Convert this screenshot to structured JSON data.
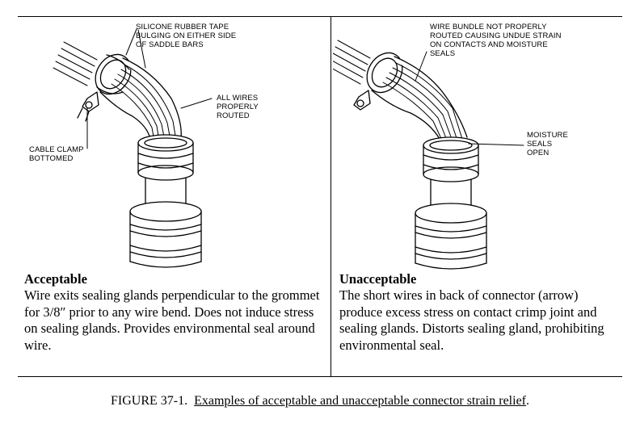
{
  "left_panel": {
    "callouts": {
      "tape": "SILICONE RUBBER TAPE\nBULGING ON EITHER SIDE\nOF SADDLE BARS",
      "wires": "ALL WIRES\nPROPERLY\nROUTED",
      "clamp": "CABLE CLAMP\nBOTTOMED"
    },
    "heading": "Acceptable",
    "body": "Wire exits sealing glands perpendicular to the grommet for 3/8″ prior to any wire bend. Does not induce stress on sealing glands. Provides environmental seal around wire."
  },
  "right_panel": {
    "callouts": {
      "bundle": "WIRE BUNDLE NOT PROPERLY\nROUTED CAUSING UNDUE STRAIN\nON CONTACTS AND MOISTURE\nSEALS",
      "seals": "MOISTURE\nSEALS\nOPEN"
    },
    "heading": "Unacceptable",
    "body": "The short wires in back of connector (arrow) produce excess stress on contact crimp joint and sealing glands. Distorts sealing gland, prohibiting environmental seal."
  },
  "figure_caption": {
    "label": "FIGURE 37-1.",
    "title": "Examples of acceptable and unacceptable connector strain relief",
    "end": "."
  }
}
